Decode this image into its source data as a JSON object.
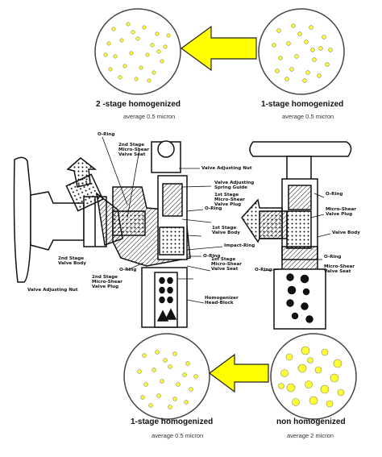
{
  "stages": {
    "top_left": {
      "caption": "2 -stage homogenized",
      "average": "average  0.5 micron"
    },
    "top_right": {
      "caption": "1-stage homogenized",
      "average": "average  0.5 micron"
    },
    "bottom_left": {
      "caption": "1-stage homogenized",
      "average": "average  0.5 micron"
    },
    "bottom_right": {
      "caption": "non homogenized",
      "average": "average 2 micron"
    }
  },
  "parts": {
    "o_ring_top": "O-Ring",
    "second_stage_seat": "2nd Stage\nMicro-Shear\nValve Seat",
    "valve_adjusting_nut_right": "Valve Adjusting Nut",
    "valve_adjusting_spring_guide": "Valve Adjusting\nSpring Guide",
    "o_ring_mid": "O-Ring",
    "first_stage_plug": "1st Stage\nMicro-Shear\nValve Plug",
    "first_stage_body": "1st Stage\nValve Body",
    "o_ring_right_top": "O-Ring",
    "micro_shear_right": "Micro-Shear\nValve Plug",
    "valve_body_right": "Valve Body",
    "impact_ring": "Impact-Ring",
    "o_ring_lower": "O-Ring",
    "first_stage_seat": "1st Stage\nMicro-Shear\nValve Seat",
    "o_ring_center": "O-Ring",
    "o_ring_right_lower": "O-Ring",
    "micro_shear_seat_right": "Micro-Shear\nValve Seat",
    "second_stage_body": "2nd Stage\nValve Body",
    "o_ring_left": "O-Ring",
    "valve_adjusting_nut_left": "Valve Adjusting Nut",
    "second_stage_plug": "2nd Stage\nMicro-Shear\nValve Plug",
    "head_block": "Homogenizer\nHead-Block"
  },
  "colors": {
    "arrow_fill": "#ffff00",
    "droplet": "#ffff33",
    "line": "#111111"
  }
}
